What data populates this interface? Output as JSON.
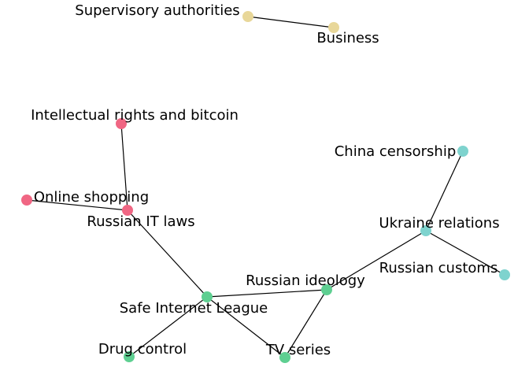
{
  "graph": {
    "colors": {
      "yellow": "#e8d799",
      "red": "#f06683",
      "teal": "#7ed3ce",
      "green": "#5ecf91"
    },
    "nodes": [
      {
        "id": "supervisory",
        "label": "Supervisory authorities",
        "group": "yellow"
      },
      {
        "id": "business",
        "label": "Business",
        "group": "yellow"
      },
      {
        "id": "ip_bitcoin",
        "label": "Intellectual rights and bitcoin",
        "group": "red"
      },
      {
        "id": "online_shopping",
        "label": "Online shopping",
        "group": "red"
      },
      {
        "id": "russian_it_laws",
        "label": "Russian IT laws",
        "group": "red"
      },
      {
        "id": "china_censorship",
        "label": "China censorship",
        "group": "teal"
      },
      {
        "id": "ukraine_relations",
        "label": "Ukraine relations",
        "group": "teal"
      },
      {
        "id": "russian_customs",
        "label": "Russian customs",
        "group": "teal"
      },
      {
        "id": "russian_ideology",
        "label": "Russian ideology",
        "group": "green"
      },
      {
        "id": "safe_internet_league",
        "label": "Safe Internet League",
        "group": "green"
      },
      {
        "id": "drug_control",
        "label": "Drug control",
        "group": "green"
      },
      {
        "id": "tv_series",
        "label": "TV series",
        "group": "green"
      }
    ],
    "edges": [
      [
        "supervisory",
        "business"
      ],
      [
        "ip_bitcoin",
        "russian_it_laws"
      ],
      [
        "online_shopping",
        "russian_it_laws"
      ],
      [
        "russian_it_laws",
        "safe_internet_league"
      ],
      [
        "china_censorship",
        "ukraine_relations"
      ],
      [
        "ukraine_relations",
        "russian_customs"
      ],
      [
        "ukraine_relations",
        "russian_ideology"
      ],
      [
        "russian_ideology",
        "safe_internet_league"
      ],
      [
        "russian_ideology",
        "tv_series"
      ],
      [
        "safe_internet_league",
        "drug_control"
      ],
      [
        "safe_internet_league",
        "tv_series"
      ]
    ]
  }
}
